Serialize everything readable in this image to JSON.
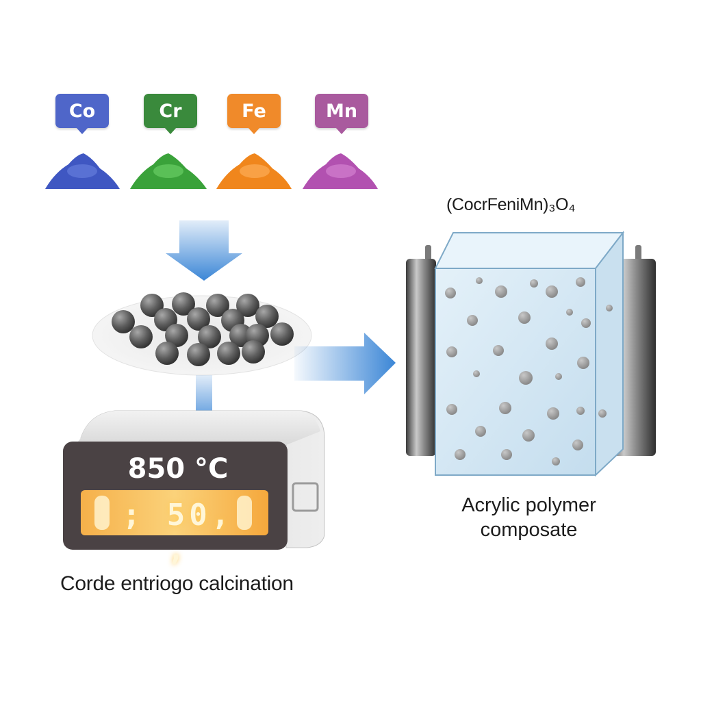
{
  "elements": {
    "co": {
      "label": "Co",
      "color": "#4f66c9"
    },
    "cr": {
      "label": "Cr",
      "color": "#3a8a3c"
    },
    "fe": {
      "label": "Fe",
      "color": "#f08a2a"
    },
    "mn": {
      "label": "Mn",
      "color": "#a95a9e"
    }
  },
  "formula": "(CocrFeniMn)₃O₄",
  "furnace": {
    "temperature": "850 °C",
    "display": "; 50, ,"
  },
  "composite_label": "Acrylic polymer composate",
  "process_label": "Corde entriogo calcination",
  "colors": {
    "arrow": "#3b86d6",
    "furnace_body": "#4a4244",
    "display_glow": "#f4a93a",
    "composite_block": "#cfe6f4"
  }
}
